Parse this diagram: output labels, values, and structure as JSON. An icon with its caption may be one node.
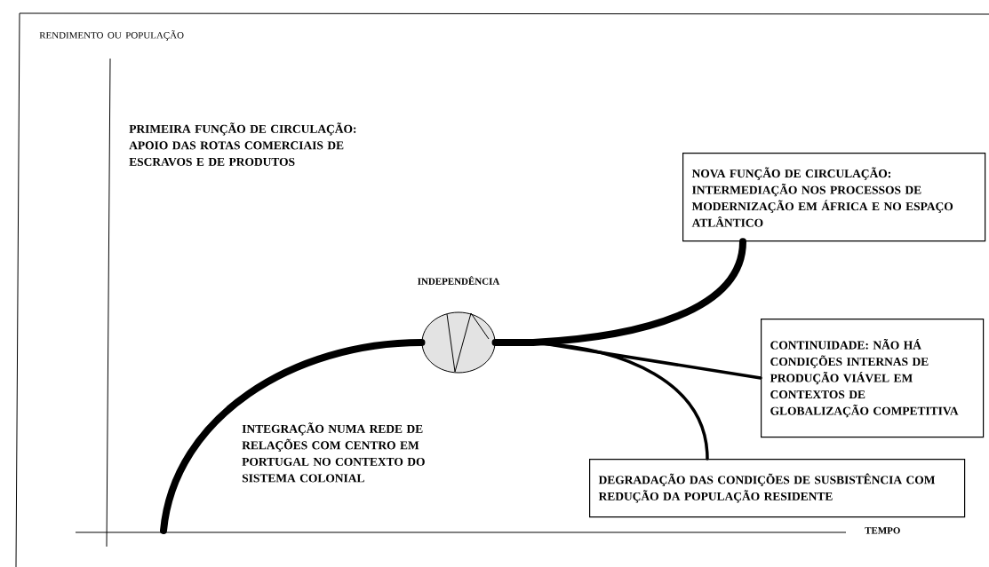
{
  "diagram": {
    "nodes": [
      {
        "text": [
          "INDEPENDÊNCIA"
        ]
      },
      {
        "text": [
          "NOVA FUNÇÃO DE CIRCULAÇÃO: INTERMEDIAÇÃO NOS PROCESSOS DE MODERNIZAÇÃO EM ÁFRICA E NO ESPAÇO ATLÂNTICO"
        ]
      },
      {
        "text": [
          "CONTINUIDADE: NÃO HÁ CONDIÇÕES INTERNAS DE PRODUÇÃO VIÁVEL EM CONTEXTOS DE GLOBALIZAÇÃO COMPETITIVA"
        ]
      },
      {
        "text": [
          "DEGRADAÇÃO DAS CONDIÇÕES DE SUSBISTÊNCIA COM REDUÇÃO DA POPULAÇÃO RESIDENTE"
        ]
      }
    ],
    "edges": [
      {
        "from": null,
        "to": 0,
        "arrow": "none",
        "style": "thick"
      },
      {
        "from": 0,
        "to": 1,
        "arrow": "none",
        "style": "thick"
      },
      {
        "from": 0,
        "to": 2,
        "arrow": "none"
      },
      {
        "from": 0,
        "to": 3,
        "arrow": "none"
      }
    ],
    "labels": [
      "RENDIMENTO OU POPULAÇÃO",
      "PRIMEIRA FUNÇÃO DE CIRCULAÇÃO: APOIO DAS ROTAS COMERCIAIS DE ESCRAVOS E DE PRODUTOS",
      "INTEGRAÇÃO NUMA REDE DE RELAÇÕES COM CENTRO EM PORTUGAL NO CONTEXTO DO SISTEMA COLONIAL",
      "TEMPO"
    ]
  }
}
